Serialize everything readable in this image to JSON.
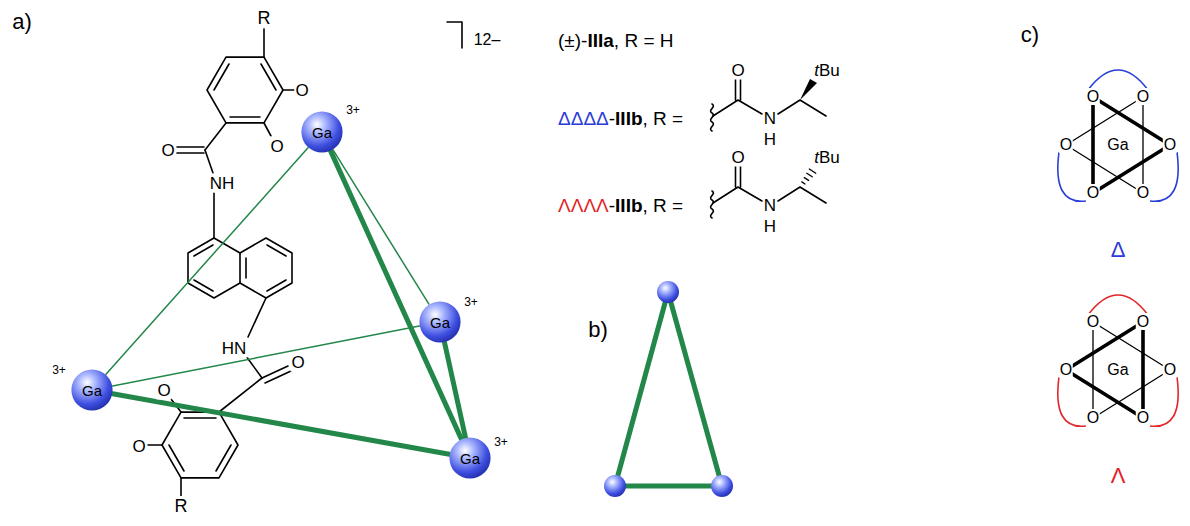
{
  "diagram": {
    "nodes": [
      {
        "text": [
          "Ga",
          "3+"
        ]
      },
      {
        "text": [
          "Ga",
          "3+"
        ]
      },
      {
        "text": [
          "Ga",
          "3+"
        ]
      },
      {
        "text": [
          "Ga",
          "3+"
        ]
      }
    ],
    "edges": [
      {
        "from": 0,
        "to": 1,
        "arrow": "none"
      },
      {
        "from": 0,
        "to": 2,
        "arrow": "none"
      },
      {
        "from": 0,
        "to": 3,
        "arrow": "none"
      },
      {
        "from": 1,
        "to": 2,
        "arrow": "none"
      },
      {
        "from": 1,
        "to": 3,
        "arrow": "none"
      },
      {
        "from": 2,
        "to": 3,
        "arrow": "none"
      }
    ],
    "labels": [
      "a)",
      "R",
      "O",
      "O",
      "O",
      "NH",
      "HN",
      "O",
      "O",
      "O",
      "R",
      "12–",
      "(±)-",
      "IIIa",
      ", R = H",
      "ΔΔΔΔ",
      "-",
      "IIIb",
      ", R =",
      "ΛΛΛΛ",
      "-",
      "IIIb",
      ", R =",
      "O",
      "N",
      "H",
      "tBu",
      "O",
      "N",
      "H",
      "tBu",
      "b)",
      "c)",
      "O",
      "O",
      "O",
      "O",
      "O",
      "O",
      "Ga",
      "Δ",
      "O",
      "O",
      "O",
      "O",
      "O",
      "O",
      "Ga",
      "Λ"
    ]
  }
}
